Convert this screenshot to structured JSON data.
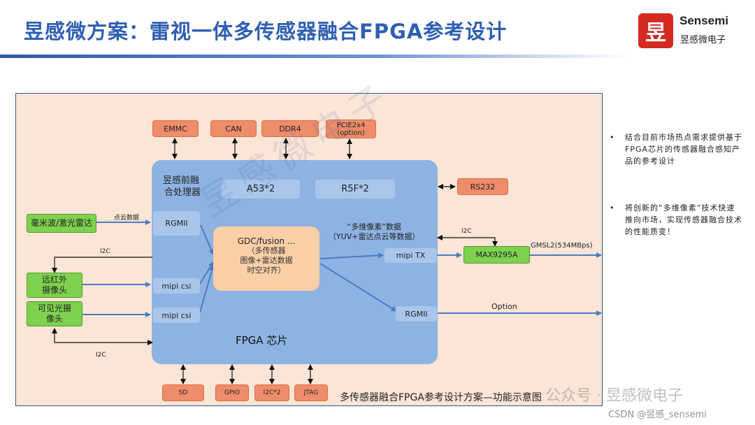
{
  "header": {
    "title": "昱感微方案：雷视一体多传感器融合FPGA参考设计",
    "logo_glyph": "昱",
    "brand_en": "Sensemi",
    "brand_cn": "昱感微电子"
  },
  "diagram": {
    "fpga_label": "FPGA 芯片",
    "front_fusion_line1": "昱感前融",
    "front_fusion_line2": "合处理器",
    "cpu_a": "A53*2",
    "cpu_r": "R5F*2",
    "gdc_line1": "GDC/fusion ...",
    "gdc_line2": "（多传感器",
    "gdc_line3": "图像+雷达数据",
    "gdc_line4": "时空对齐）",
    "multi_pixel_line1": "“多维像素”数据",
    "multi_pixel_line2": "（YUV+雷达点云等数据）",
    "top_peripherals": {
      "emmc": "EMMC",
      "can": "CAN",
      "ddr4": "DDR4",
      "pcie_line1": "PCIE2x4",
      "pcie_line2": "(option)"
    },
    "rs232": "RS232",
    "bottom_peripherals": {
      "sd": "SD",
      "gpio": "GPIO",
      "i2c2": "I2C*2",
      "jtag": "JTAG"
    },
    "sensors": {
      "radar": "毫米波/激光雷达",
      "infrared_line1": "远红外",
      "infrared_line2": "摄像头",
      "visible_line1": "可见光摄",
      "visible_line2": "像头"
    },
    "interfaces": {
      "rgmii_in": "RGMII",
      "mipi_csi_1": "mipi csi",
      "mipi_csi_2": "mipi csi",
      "mipi_tx": "mipi TX",
      "rgmii_out": "RGMII"
    },
    "max9295a": "MAX9295A",
    "labels": {
      "point_cloud": "点云数据",
      "i2c_top": "I2C",
      "i2c_bottom": "I2C",
      "i2c_right": "I2C",
      "gmsl": "GMSL2(534MBps)",
      "option": "Option"
    }
  },
  "notes": [
    {
      "bullet": "•",
      "text": "结合目前市场热点需求提供基于FPGA芯片的传感器融合感知产品的参考设计"
    },
    {
      "bullet": "•",
      "text": "将创新的“多维像素”技术快速推向市场，实现传感器融合技术的性能质变！"
    }
  ],
  "caption": "多传感器融合FPGA参考设计方案—功能示意图",
  "watermarks": {
    "diagonal": "昱感微电子",
    "account": "公众号 · 昱感微电子",
    "csdn": "CSDN @昱感_sensemi"
  },
  "colors": {
    "title_blue": "#2f5fb3",
    "panel_bg": "#fbe5d6",
    "fpga_blue": "#8db3e2",
    "peripheral_orange": "#ee8c6b",
    "sensor_green": "#7ed14e",
    "logo_red": "#d42a22",
    "arrow_blue": "#4a7bc4"
  }
}
